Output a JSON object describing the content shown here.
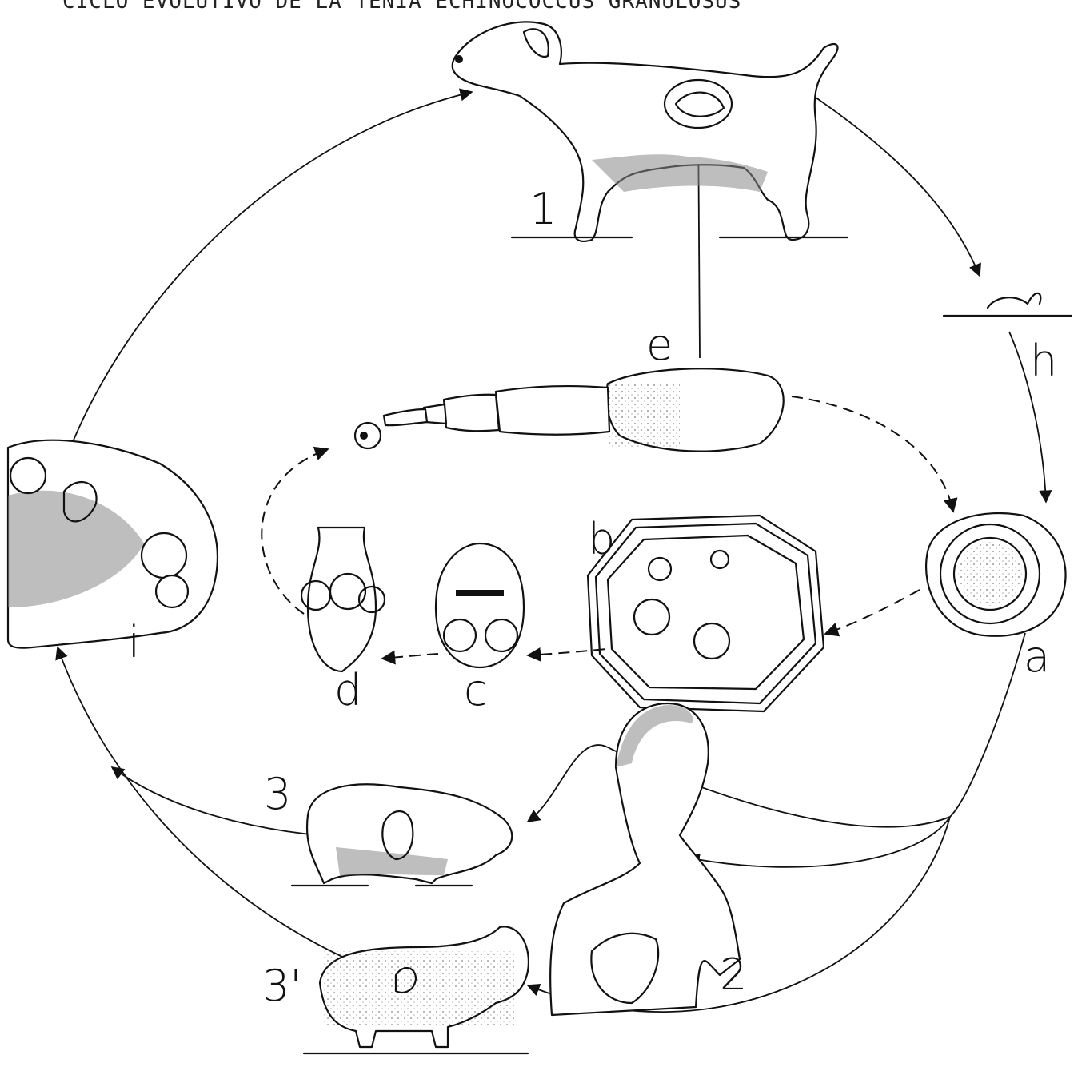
{
  "title": "CICLO EVOLUTIVO DE LA TENIA ECHINOCOCCUS GRANULOSUS",
  "labels": {
    "dog": "1",
    "human": "2",
    "pig": "3",
    "sheep": "3'",
    "stage_a": "a",
    "stage_b": "b",
    "stage_c": "c",
    "stage_d": "d",
    "stage_e": "e",
    "stage_h": "h",
    "stage_i": "i"
  }
}
